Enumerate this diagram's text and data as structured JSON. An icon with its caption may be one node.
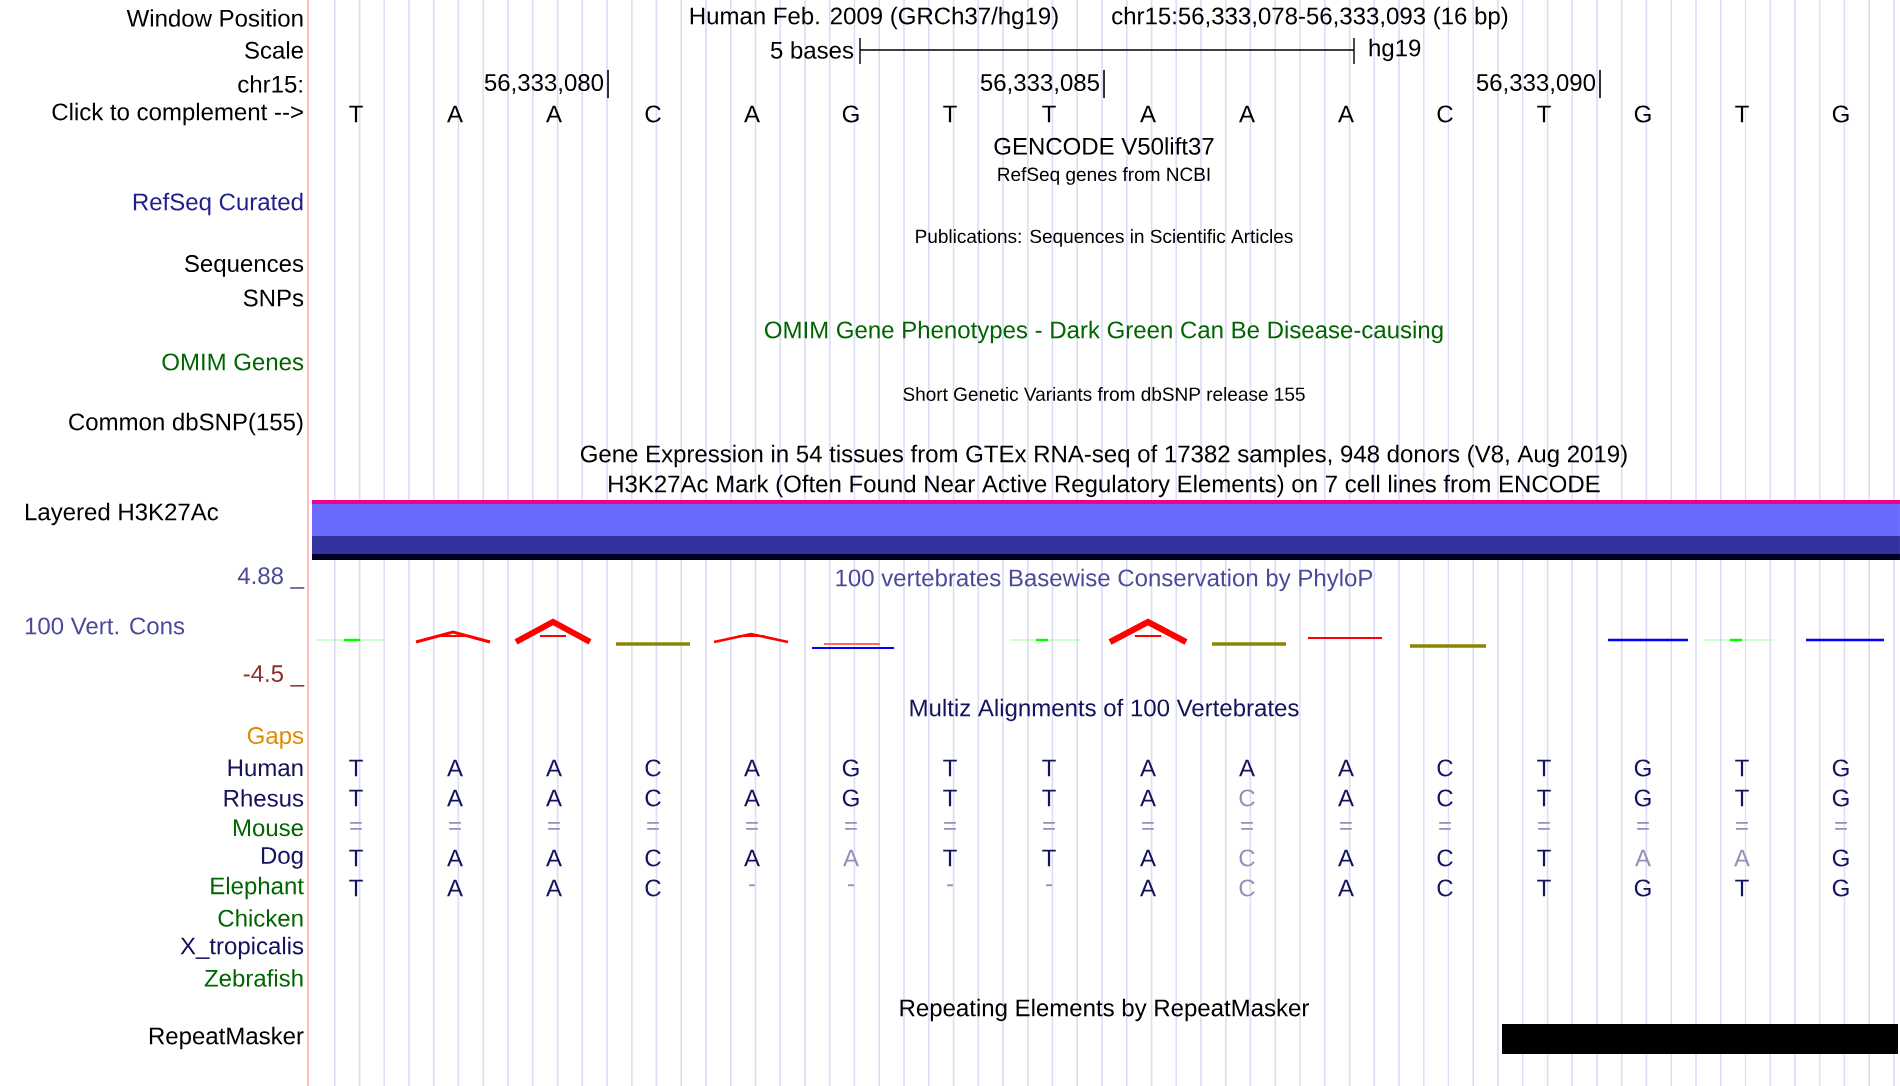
{
  "diagram": {
    "nodes": [
      {
        "text": [],
        "shape": "bar"
      }
    ],
    "labels": [
      "Window Position",
      "Human Feb. 2009 (GRCh37/hg19)",
      "chr15:56,333,078-56,333,093 (16 bp)",
      "Scale",
      "5 bases",
      "hg19",
      "chr15:",
      "56,333,080",
      "56,333,085",
      "56,333,090",
      "Click to complement -->",
      "T",
      "A",
      "A",
      "C",
      "A",
      "G",
      "T",
      "T",
      "A",
      "A",
      "A",
      "C",
      "T",
      "G",
      "T",
      "G",
      "GENCODE V50lift37",
      "RefSeq genes from NCBI",
      "RefSeq Curated",
      "Publications: Sequences in Scientific Articles",
      "Sequences",
      "SNPs",
      "OMIM Gene Phenotypes - Dark Green Can Be Disease-causing",
      "OMIM Genes",
      "Short Genetic Variants from dbSNP release 155",
      "Common dbSNP(155)",
      "Gene Expression in 54 tissues from GTEx RNA-seq of 17382 samples, 948 donors (V8, Aug 2019)",
      "H3K27Ac Mark (Often Found Near Active Regulatory Elements) on 7 cell lines from ENCODE",
      "Layered H3K27Ac",
      "4.88 _",
      "100 vertebrates Basewise Conservation by PhyloP",
      "100 Vert. Cons",
      "-4.5 _",
      "Multiz Alignments of 100 Vertebrates",
      "Gaps",
      "Human",
      "T",
      "A",
      "A",
      "C",
      "A",
      "G",
      "T",
      "T",
      "A",
      "A",
      "A",
      "C",
      "T",
      "G",
      "T",
      "G",
      "Rhesus",
      "T",
      "A",
      "A",
      "C",
      "A",
      "G",
      "T",
      "T",
      "A",
      "C",
      "A",
      "C",
      "T",
      "G",
      "T",
      "G",
      "Mouse",
      "=",
      "=",
      "=",
      "=",
      "=",
      "=",
      "=",
      "=",
      "=",
      "=",
      "=",
      "=",
      "=",
      "=",
      "=",
      "=",
      "Dog",
      "T",
      "A",
      "A",
      "C",
      "A",
      "A",
      "T",
      "T",
      "A",
      "C",
      "A",
      "C",
      "T",
      "A",
      "A",
      "G",
      "Elephant",
      "T",
      "A",
      "A",
      "C",
      "-",
      "-",
      "-",
      "-",
      "A",
      "C",
      "A",
      "C",
      "T",
      "G",
      "T",
      "G",
      "Chicken",
      "X_tropicalis",
      "Zebrafish",
      "Repeating Elements by RepeatMasker",
      "RepeatMasker"
    ]
  }
}
